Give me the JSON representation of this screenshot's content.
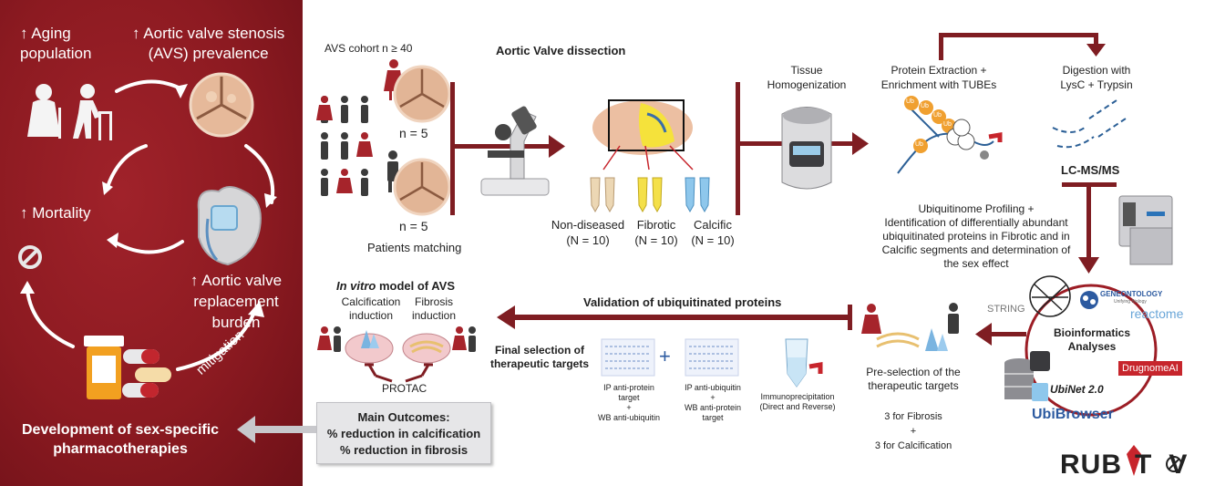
{
  "left_panel": {
    "aging": "↑ Aging\npopulation",
    "avs_prevalence": "↑ Aortic valve stenosis\n(AVS) prevalence",
    "mortality": "↑ Mortality",
    "replacement": "↑ Aortic valve\nreplacement burden",
    "mitigation": "mitigation",
    "development": "Development of sex-specific\npharmacotherapies"
  },
  "cohort": {
    "title": "AVS cohort n ≥ 40",
    "n_female": "n = 5",
    "n_male": "n = 5",
    "matching": "Patients matching"
  },
  "dissection": {
    "title": "Aortic Valve dissection",
    "groups": [
      {
        "label": "Non-diseased",
        "n": "(N = 10)"
      },
      {
        "label": "Fibrotic",
        "n": "(N = 10)"
      },
      {
        "label": "Calcific",
        "n": "(N = 10)"
      }
    ]
  },
  "homogenization": "Tissue\nHomogenization",
  "extraction": "Protein Extraction +\nEnrichment with TUBEs",
  "ub_label": "Ub",
  "digestion": "Digestion with\nLysC + Trypsin",
  "lcms": "LC-MS/MS",
  "profiling": "Ubiquitinome Profiling +\nIdentification of differentially abundant\nubiquitinated proteins in Fibrotic and in\nCalcific segments and determination of\nthe sex effect",
  "bioinformatics": {
    "title": "Bioinformatics\nAnalyses",
    "string": "STRING",
    "geneontology": "GENEONTOLOGY",
    "geneontology_sub": "Unifying Biology",
    "reactome": "reactome",
    "drugnome": "DrugnomeAI",
    "ubinet": "UbiNet 2.0",
    "ubibrowser": "UbiBrowser"
  },
  "preselection": {
    "title": "Pre-selection of the\ntherapeutic targets",
    "counts": "3 for Fibrosis\n+\n3 for Calcification"
  },
  "validation": {
    "title": "Validation of ubiquitinated proteins",
    "final_selection": "Final selection of\ntherapeutic targets",
    "plus": "+",
    "ip1": "IP anti-protein\ntarget\n+\nWB anti-ubiquitin",
    "ip2": "IP anti-ubiquitin\n+\nWB anti-protein\ntarget",
    "immuno": "Immunoprecipitation\n(Direct and Reverse)"
  },
  "invitro": {
    "title_italic": "In vitro",
    "title_rest": " model of AVS",
    "calc": "Calcification\ninduction",
    "fib": "Fibrosis\ninduction",
    "protac": "PROTAC"
  },
  "outcomes": {
    "title": "Main Outcomes:",
    "line1": "% reduction in calcification",
    "line2": "% reduction in fibrosis"
  },
  "logo": {
    "part1": "RUB",
    "part2": "T",
    "part3": "V"
  },
  "colors": {
    "dark_red": "#8b1a1f",
    "arrow_red": "#7f1d22",
    "tube_beige": "#ecd7b4",
    "tube_yellow": "#f4e04a",
    "tube_blue": "#8ec7ec",
    "ub_orange": "#f0a030"
  }
}
